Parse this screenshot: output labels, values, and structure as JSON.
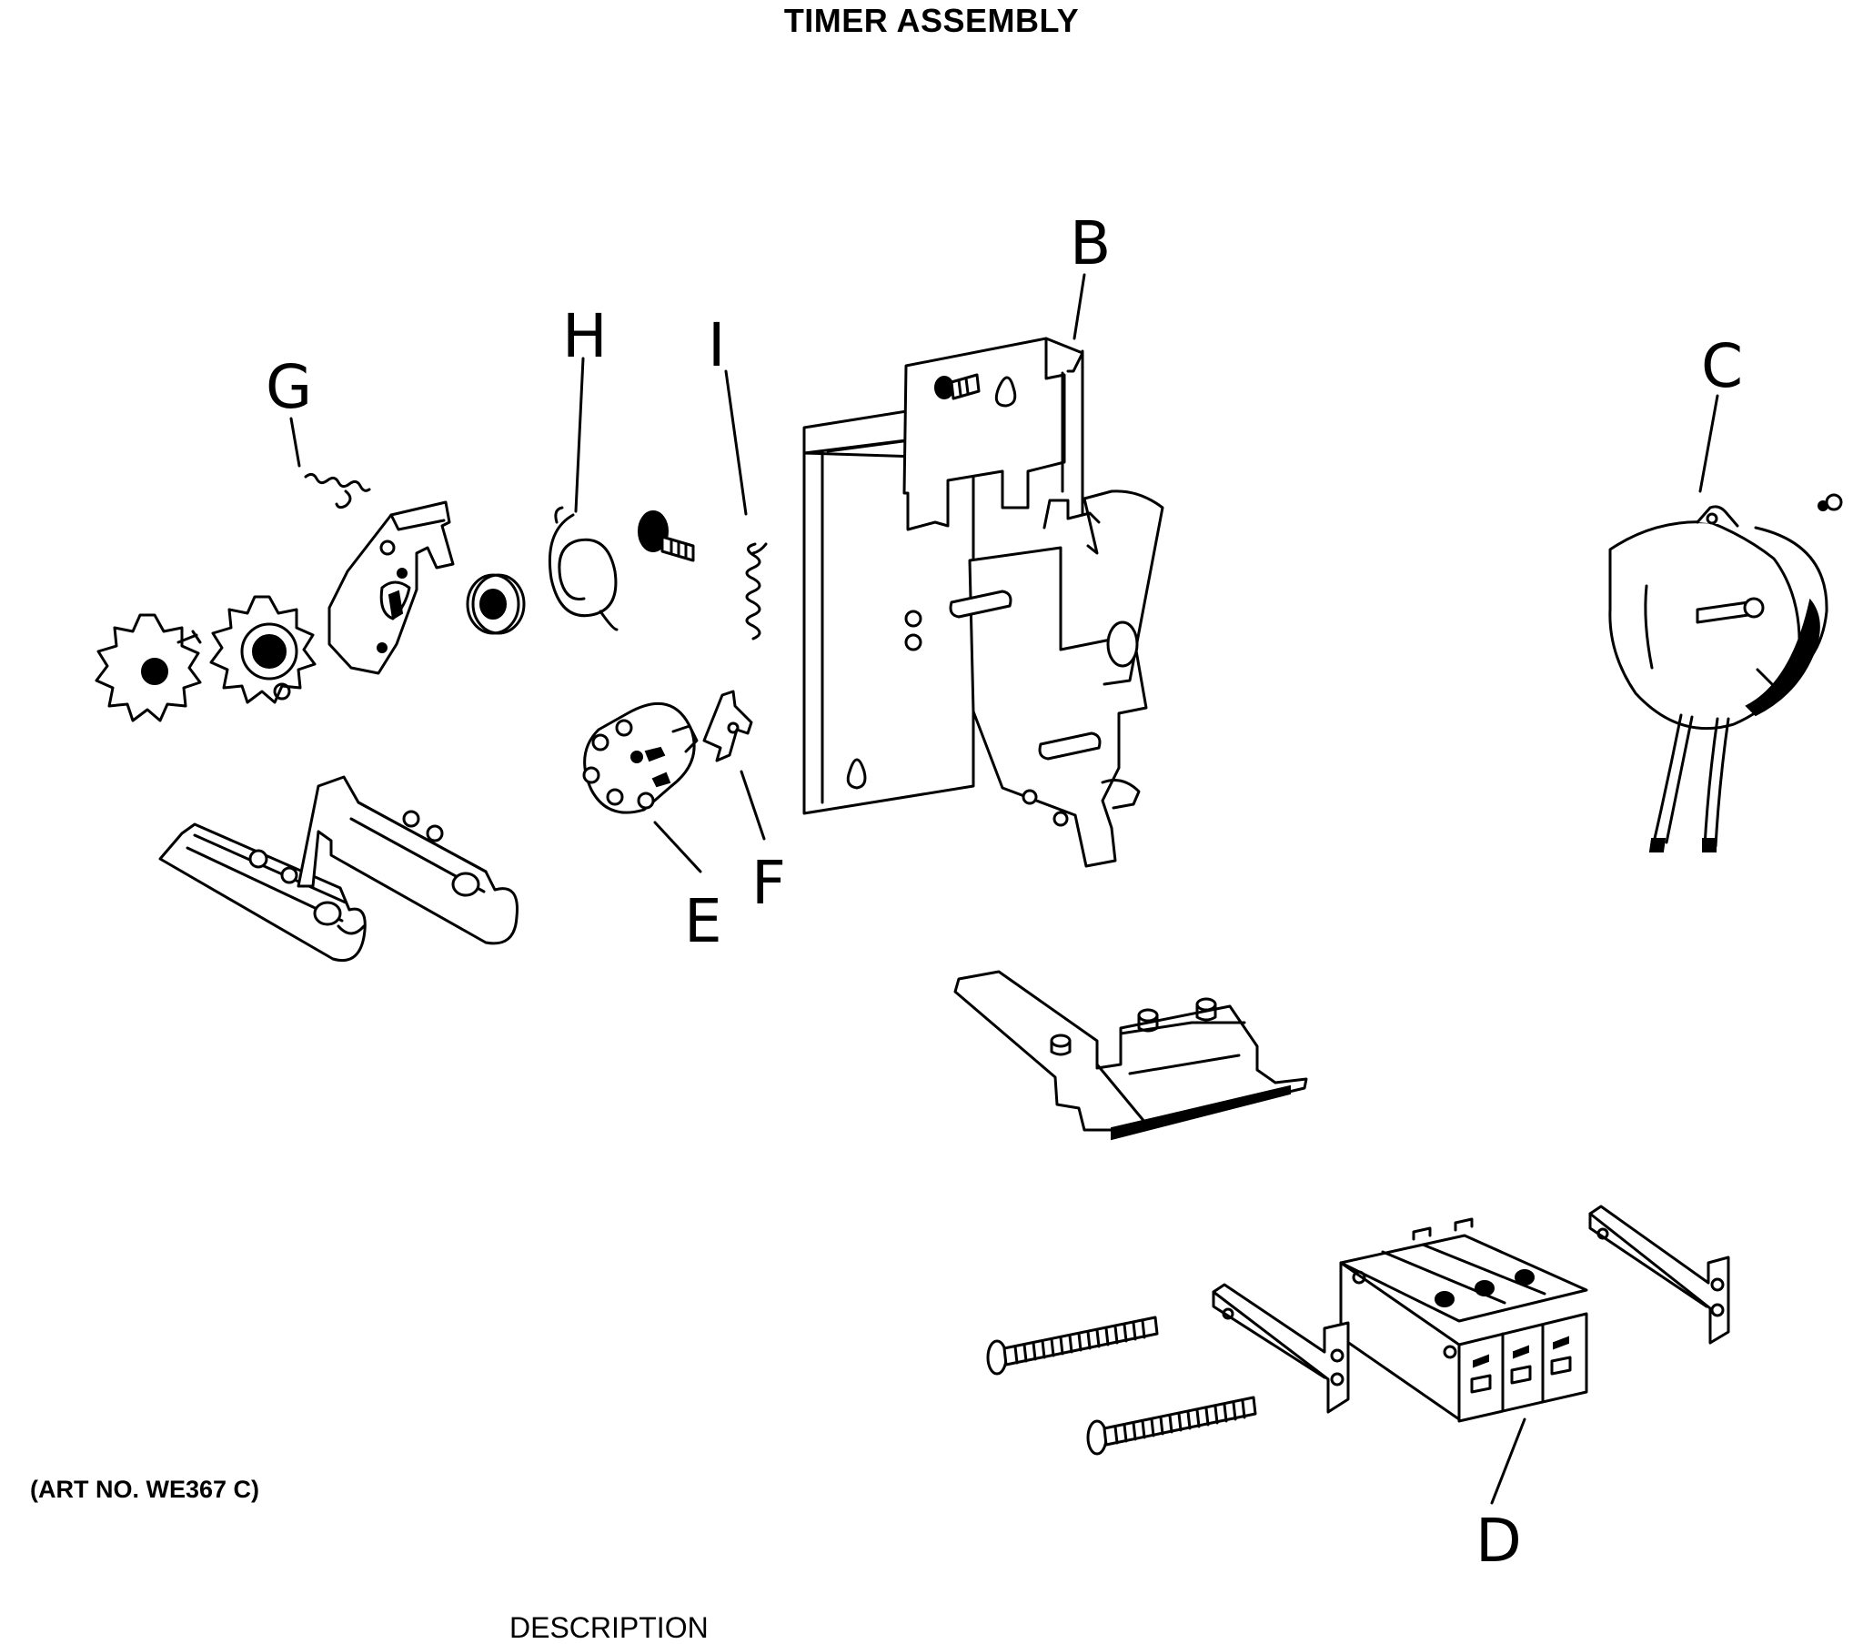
{
  "title": "TIMER ASSEMBLY",
  "art_number": "(ART NO. WE367 C)",
  "description_heading": "DESCRIPTION",
  "callouts": {
    "B": "B",
    "C": "C",
    "D": "D",
    "E": "E",
    "F": "F",
    "G": "G",
    "H": "H",
    "I": "I"
  },
  "parts": [
    "sprocket-gear-small",
    "sprocket-gear-hub",
    "cam-lever",
    "spacer-washer",
    "torsion-spring",
    "shoulder-screw",
    "compression-spring",
    "cam-wheel",
    "clip",
    "mounting-bracket",
    "timer-motor",
    "actuator-lever-left",
    "actuator-lever-right",
    "switch-carrier-plate",
    "switch-block",
    "mounting-screw-upper",
    "mounting-screw-lower",
    "switch-bracket-left",
    "switch-bracket-right"
  ]
}
